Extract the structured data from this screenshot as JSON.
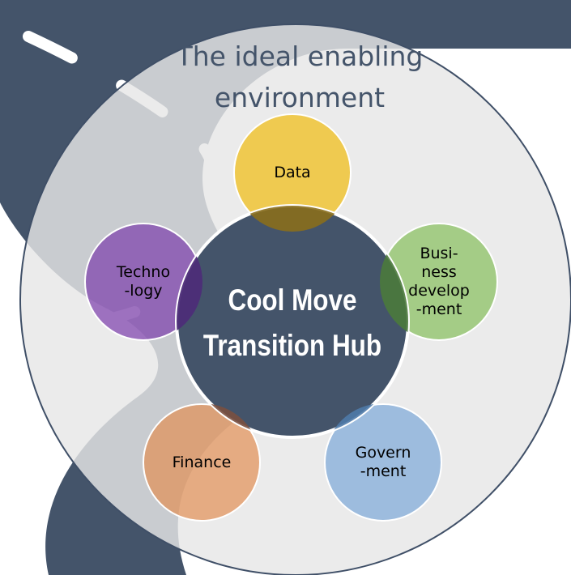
{
  "outer_circle": {
    "title": "The ideal enabling environment"
  },
  "hub": {
    "label": "Cool Move Transition Hub"
  },
  "nodes": [
    {
      "id": "data",
      "label": "Data"
    },
    {
      "id": "business",
      "label": "Busi-\nness\ndevelop\n-ment"
    },
    {
      "id": "government",
      "label": "Govern\n-ment"
    },
    {
      "id": "finance",
      "label": "Finance"
    },
    {
      "id": "technology",
      "label": "Techno\n-logy"
    }
  ],
  "colors": {
    "road": "#44546a",
    "road_marking": "#ffffff",
    "outer_circle_fill": "#e6e6e6",
    "outer_circle_stroke": "#3f4f67",
    "hub": "#44546a",
    "data": "#f0bc14",
    "business": "#82bc55",
    "government": "#6ea0d7",
    "finance": "#e18c50",
    "technology": "#7837aa"
  }
}
